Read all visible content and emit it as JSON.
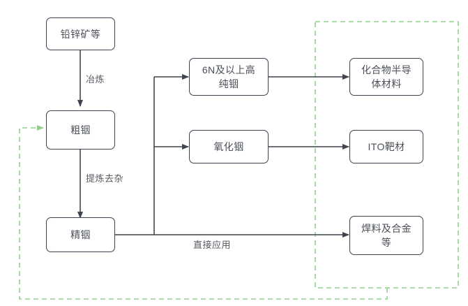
{
  "diagram": {
    "title": "indium-industry-chain-flowchart",
    "colors": {
      "node_border": "#3c4250",
      "node_text": "#4a4f58",
      "connector": "#3f444c",
      "recycle_green": "#8fd18a",
      "background": "#ffffff"
    },
    "nodes": [
      {
        "id": "raw_ore",
        "label": "铅锌矿等"
      },
      {
        "id": "crude_indium",
        "label": "粗铟"
      },
      {
        "id": "refined_indium",
        "label": "精铟"
      },
      {
        "id": "high_purity",
        "label": "6N及以上高\n纯铟"
      },
      {
        "id": "indium_oxide",
        "label": "氧化铟"
      },
      {
        "id": "semiconductor",
        "label": "化合物半导\n体材料"
      },
      {
        "id": "ito_target",
        "label": "ITO靶材"
      },
      {
        "id": "solder_alloy",
        "label": "焊料及合金\n等"
      }
    ],
    "edge_labels": [
      {
        "id": "smelting",
        "label": "冶炼"
      },
      {
        "id": "refining",
        "label": "提炼去杂"
      },
      {
        "id": "direct_use",
        "label": "直接应用"
      }
    ],
    "recycle_region": {
      "id": "downstream-application-region",
      "style": "dashed-green-rectangle"
    },
    "recycle_return_path": {
      "id": "recycle-return-to-crude-indium",
      "style": "dashed-green-arrow"
    }
  }
}
